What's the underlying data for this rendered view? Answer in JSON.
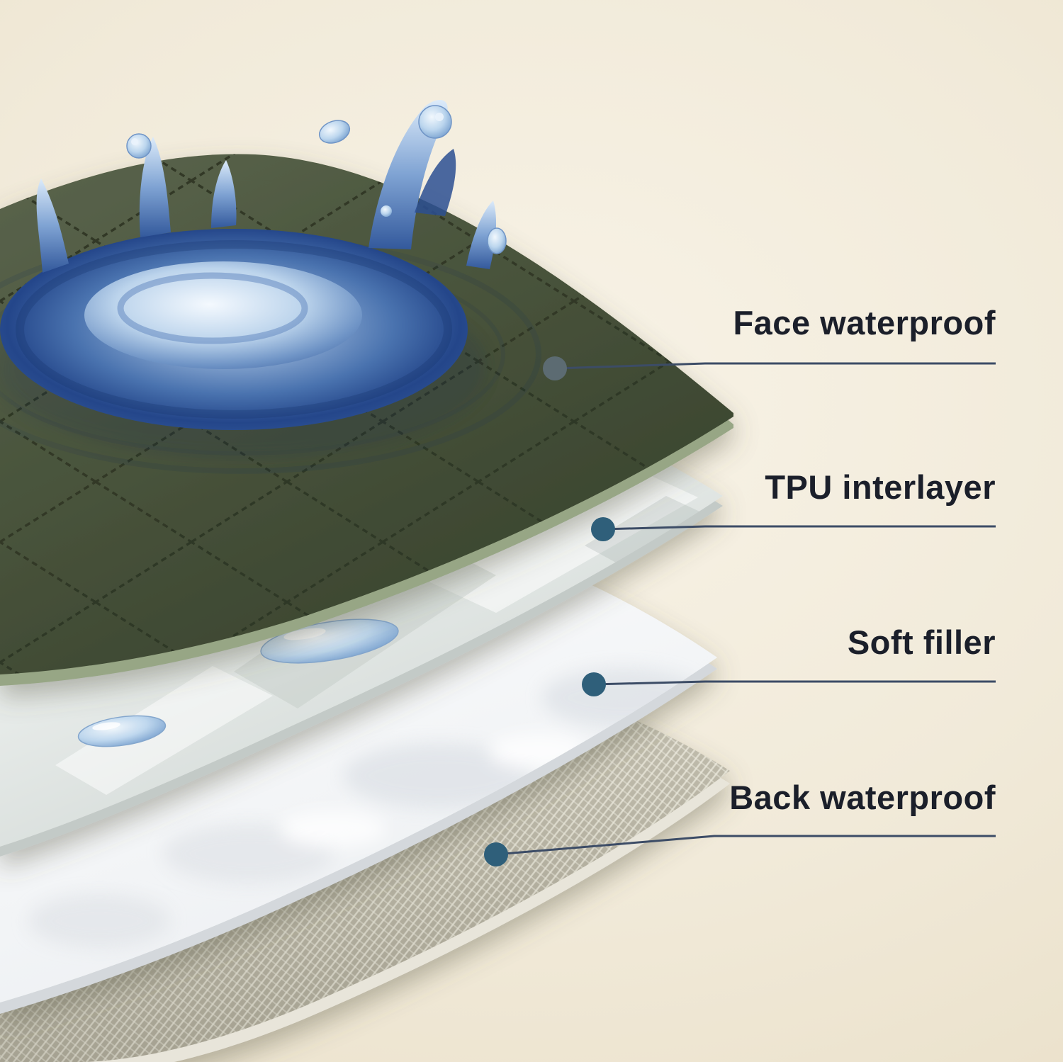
{
  "diagram": {
    "layers": [
      {
        "label": "Face waterproof"
      },
      {
        "label": "TPU interlayer"
      },
      {
        "label": "Soft filler"
      },
      {
        "label": "Back waterproof"
      }
    ],
    "colors": {
      "background": "#efe8d6",
      "face_fabric": "#49543c",
      "tpu_layer": "#e9edeb",
      "soft_filler": "#f5f7f8",
      "back_fabric": "#c4bfae",
      "water": "#3a5f9e",
      "callout_dot": "#2f5f7a",
      "callout_line": "#3c4c66",
      "label_text": "#1b1f2a"
    }
  }
}
